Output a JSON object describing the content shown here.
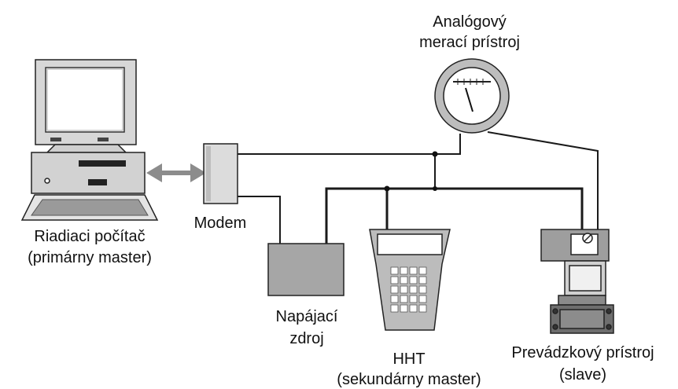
{
  "labels": {
    "gauge_line1": "Analógový",
    "gauge_line2": "merací prístroj",
    "computer_line1": "Riadiaci počítač",
    "computer_line2": "(primárny master)",
    "modem": "Modem",
    "power_line1": "Napájací",
    "power_line2": "zdroj",
    "hht_line1": "HHT",
    "hht_line2": "(sekundárny master)",
    "field_line1": "Prevádzkový prístroj",
    "field_line2": "(slave)"
  },
  "icons": [
    "computer-icon",
    "modem-icon",
    "power-supply-icon",
    "analog-gauge-icon",
    "handheld-terminal-icon",
    "field-transmitter-icon"
  ]
}
